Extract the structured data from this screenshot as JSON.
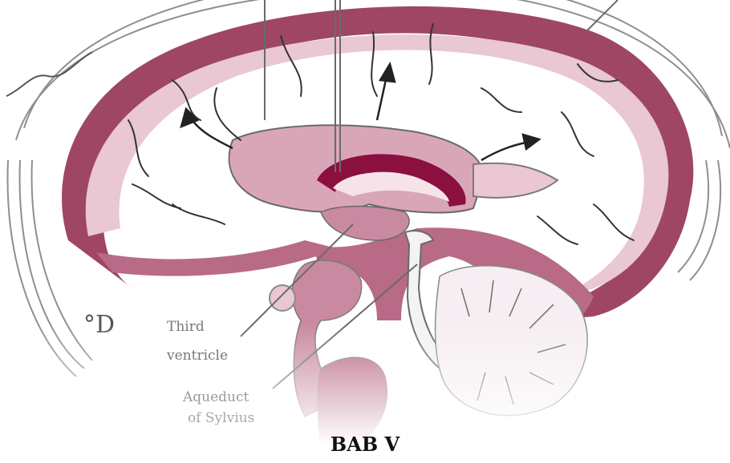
{
  "diagram": {
    "labels": {
      "third_ventricle_line1": "Third",
      "third_ventricle_line2": "ventricle",
      "aqueduct_line1": "Aqueduct",
      "aqueduct_line2": "of Sylvius"
    },
    "corner_mark": "°D",
    "colors": {
      "outline": "#8a8a8a",
      "membrane": "#9e4664",
      "chamber": "#d9a6b8",
      "ventricle_core": "#8b1040",
      "vessels": "#333333"
    }
  },
  "heading": "BAB V"
}
